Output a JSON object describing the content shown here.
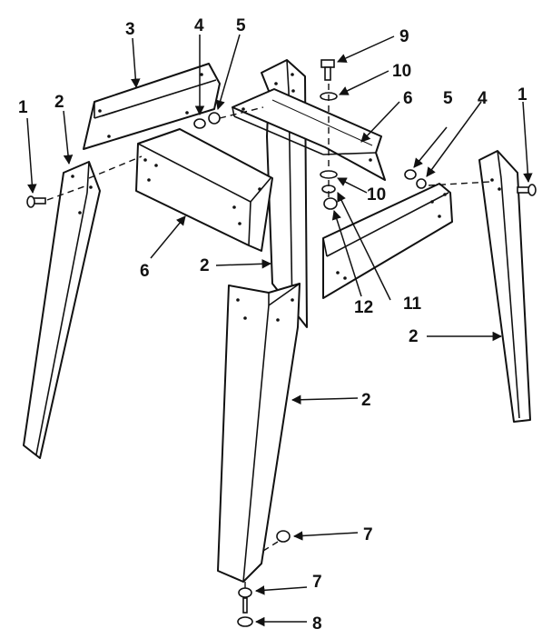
{
  "callouts": {
    "c1_left": "1",
    "c2_left": "2",
    "c3": "3",
    "c4_left": "4",
    "c5_left": "5",
    "c9": "9",
    "c10_top": "10",
    "c6_top": "6",
    "c5_right": "5",
    "c4_right": "4",
    "c1_right": "1",
    "c6_left": "6",
    "c2_center_upper": "2",
    "c10_mid": "10",
    "c12": "12",
    "c11": "11",
    "c2_right": "2",
    "c2_center": "2",
    "c7_upper": "7",
    "c7_lower": "7",
    "c8": "8"
  }
}
